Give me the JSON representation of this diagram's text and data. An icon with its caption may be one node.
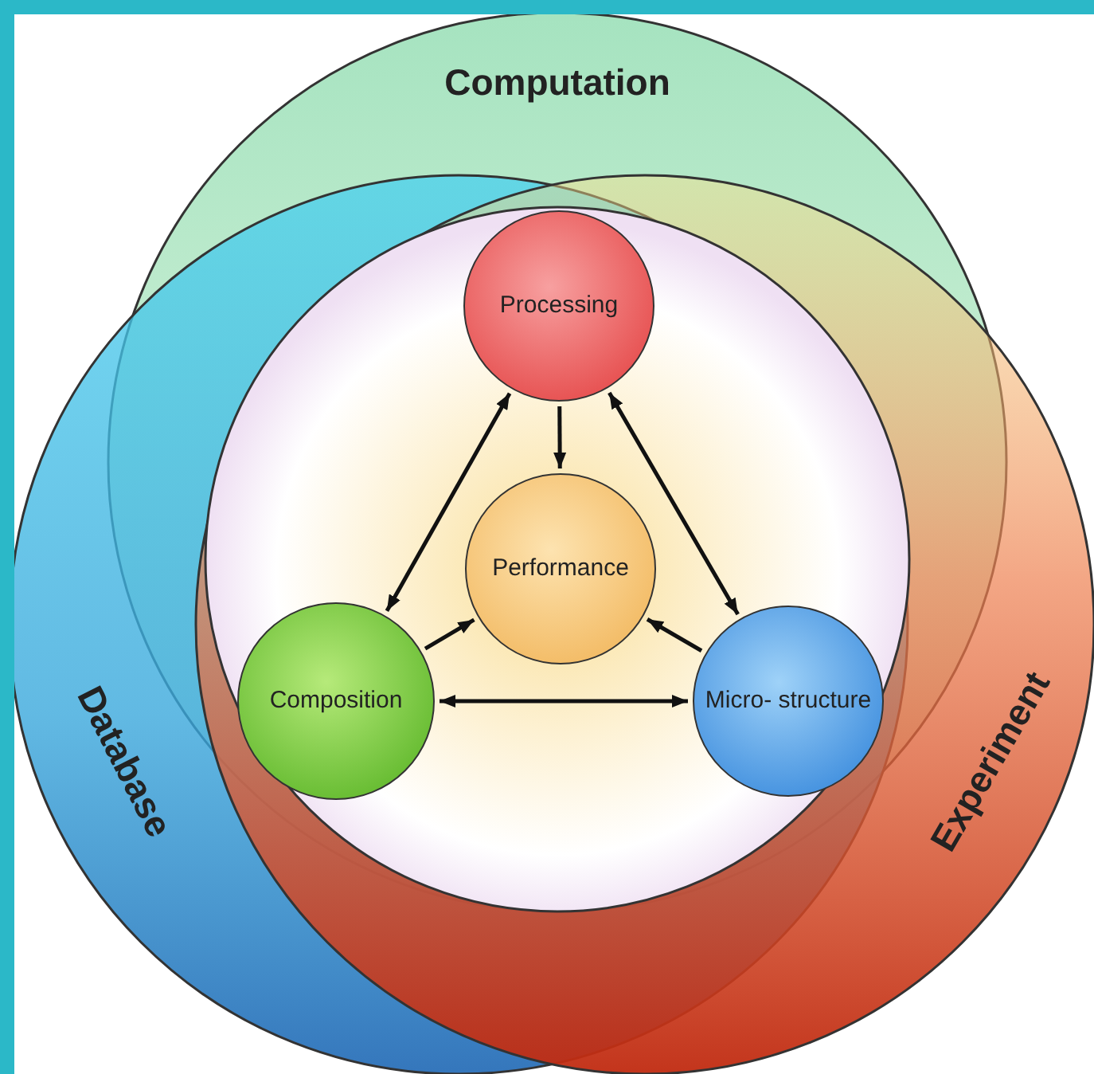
{
  "diagram": {
    "nodes": [
      {
        "text": [
          "Processing"
        ]
      },
      {
        "text": [
          "Performance"
        ]
      },
      {
        "text": [
          "Composition"
        ]
      },
      {
        "text": [
          "Micro- structure"
        ]
      }
    ],
    "edges": [
      {
        "from": 0,
        "to": 2,
        "arrow": "both"
      },
      {
        "from": 0,
        "to": 1,
        "arrow": "to"
      },
      {
        "from": 0,
        "to": 3,
        "arrow": "both"
      },
      {
        "from": 2,
        "to": 1,
        "arrow": "to"
      },
      {
        "from": 3,
        "to": 1,
        "arrow": "to"
      },
      {
        "from": 2,
        "to": 3,
        "arrow": "both"
      }
    ],
    "labels": [
      "Computation",
      "Database",
      "Experiment"
    ]
  }
}
